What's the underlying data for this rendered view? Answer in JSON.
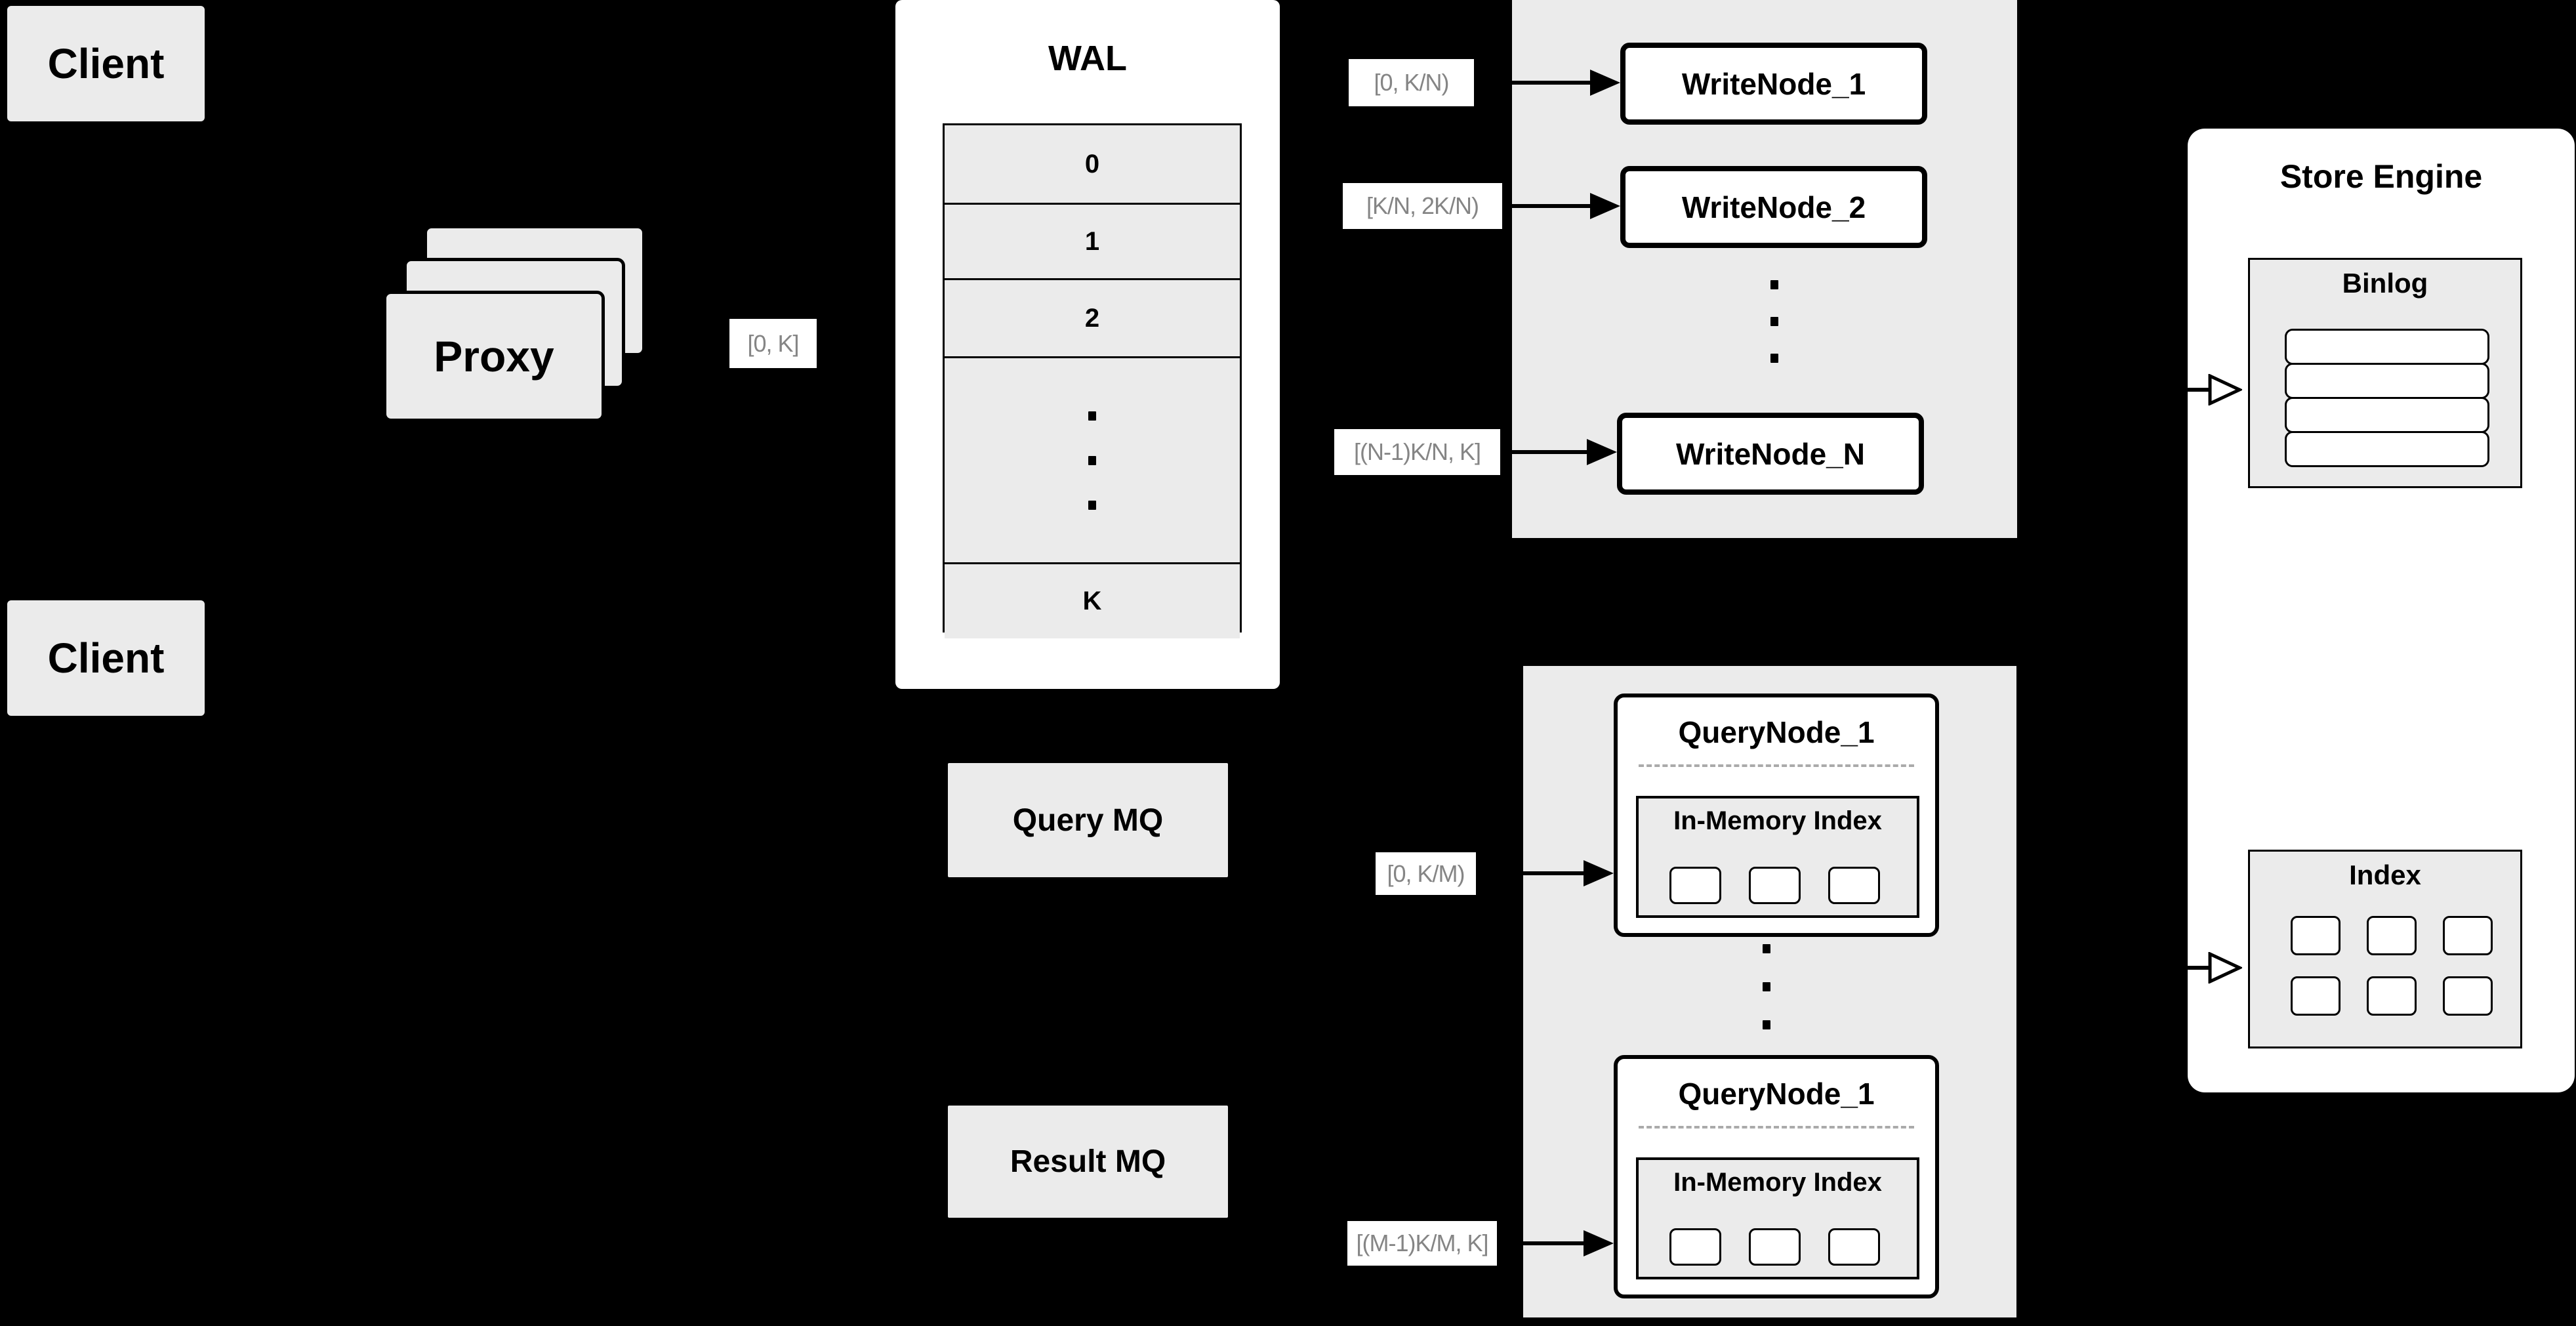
{
  "colors": {
    "background": "#000000",
    "panel_fill": "#ebebeb",
    "box_fill": "#ffffff",
    "stroke": "#000000",
    "range_text": "#858585",
    "dashed_line": "#aaaaaa"
  },
  "clients": [
    {
      "label": "Client"
    },
    {
      "label": "Client"
    }
  ],
  "proxy": {
    "label": "Proxy",
    "range_label": "[0, K]"
  },
  "wal": {
    "title": "WAL",
    "rows": [
      "0",
      "1",
      "2"
    ],
    "last_row": "K"
  },
  "write": {
    "nodes": [
      {
        "label": "WriteNode_1",
        "range": "[0, K/N)"
      },
      {
        "label": "WriteNode_2",
        "range": "[K/N, 2K/N)"
      },
      {
        "label": "WriteNode_N",
        "range": "[(N-1)K/N, K]"
      }
    ]
  },
  "query": {
    "query_mq_label": "Query MQ",
    "result_mq_label": "Result MQ",
    "nodes": [
      {
        "title": "QueryNode_1",
        "inner_title": "In-Memory Index",
        "range": "[0, K/M)"
      },
      {
        "title": "QueryNode_1",
        "inner_title": "In-Memory Index",
        "range": "[(M-1)K/M, K]"
      }
    ]
  },
  "store": {
    "title": "Store Engine",
    "binlog_title": "Binlog",
    "index_title": "Index"
  }
}
